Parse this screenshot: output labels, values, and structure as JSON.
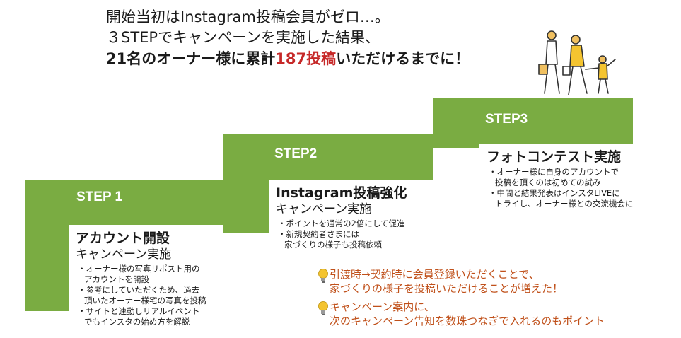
{
  "header": {
    "line1": "開始当初はInstagram投稿会員がゼロ…。",
    "line2": "３STEPでキャンペーンを実施した結果、",
    "line3_prefix": "21名のオーナー様に累計",
    "line3_highlight": "187投稿",
    "line3_suffix": "いただけるまでに！"
  },
  "steps": [
    {
      "label": "STEP 1",
      "title": "アカウント開設",
      "subtitle": "キャンペーン実施",
      "bullets": [
        "オーナー様の写真リポスト用の\nアカウントを開設",
        "参考にしていただくため、過去\n頂いたオーナー様宅の写真を投稿",
        "サイトと連動しリアルイベント\nでもインスタの始め方を解説"
      ]
    },
    {
      "label": "STEP2",
      "title": "Instagram投稿強化",
      "subtitle": "キャンペーン実施",
      "bullets": [
        "ポイントを通常の2倍にして促進",
        "新規契約者さまには\n家づくりの様子も投稿依頼"
      ]
    },
    {
      "label": "STEP3",
      "title": "フォトコンテスト実施",
      "subtitle": "",
      "bullets": [
        "オーナー様に自身のアカウントで\n投稿を頂くのは初めての試み",
        "中間と結果発表はインスタLIVEに\nトライし、オーナー様との交流機会に"
      ]
    }
  ],
  "notes": [
    {
      "icon": "lightbulb-icon",
      "line1": "引渡時→契約時に会員登録いただくことで、",
      "line2": "家づくりの様子を投稿いただけることが増えた！"
    },
    {
      "icon": "lightbulb-icon",
      "line1": "キャンペーン案内に、",
      "line2": "次のキャンペーン告知を数珠つなぎで入れるのもポイント"
    }
  ],
  "colors": {
    "step_green": "#7aac42",
    "accent_red": "#c62828",
    "note_orange": "#c0501a",
    "bulb_yellow": "#f4c430"
  }
}
